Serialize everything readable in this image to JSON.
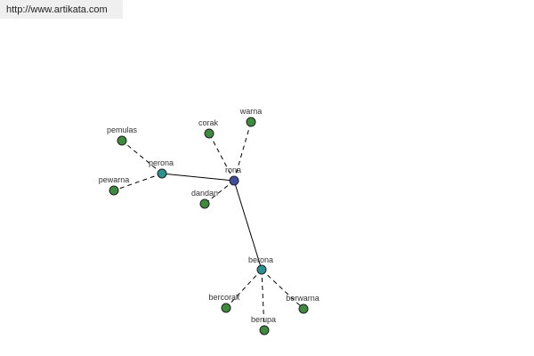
{
  "header": {
    "url": "http://www.artikata.com"
  },
  "colors": {
    "root": "#3f4f9a",
    "hub": "#2f8f8f",
    "leaf": "#3f8a3f"
  },
  "graph": {
    "nodes": [
      {
        "id": "rona",
        "label": "rona",
        "kind": "root"
      },
      {
        "id": "perona",
        "label": "perona",
        "kind": "hub"
      },
      {
        "id": "berona",
        "label": "berona",
        "kind": "hub"
      },
      {
        "id": "pemulas",
        "label": "pemulas",
        "kind": "leaf"
      },
      {
        "id": "pewarna",
        "label": "pewarna",
        "kind": "leaf"
      },
      {
        "id": "corak",
        "label": "corak",
        "kind": "leaf"
      },
      {
        "id": "warna",
        "label": "warna",
        "kind": "leaf"
      },
      {
        "id": "dandan",
        "label": "dandan",
        "kind": "leaf"
      },
      {
        "id": "bercorak",
        "label": "bercorak",
        "kind": "leaf"
      },
      {
        "id": "berupa",
        "label": "berupa",
        "kind": "leaf"
      },
      {
        "id": "berwarna",
        "label": "berwarna",
        "kind": "leaf"
      }
    ],
    "edges": [
      {
        "from": "rona",
        "to": "perona",
        "style": "solid"
      },
      {
        "from": "rona",
        "to": "berona",
        "style": "solid"
      },
      {
        "from": "rona",
        "to": "corak",
        "style": "dashed"
      },
      {
        "from": "rona",
        "to": "warna",
        "style": "dashed"
      },
      {
        "from": "rona",
        "to": "dandan",
        "style": "dashed"
      },
      {
        "from": "perona",
        "to": "pemulas",
        "style": "dashed"
      },
      {
        "from": "perona",
        "to": "pewarna",
        "style": "dashed"
      },
      {
        "from": "berona",
        "to": "bercorak",
        "style": "dashed"
      },
      {
        "from": "berona",
        "to": "berupa",
        "style": "dashed"
      },
      {
        "from": "berona",
        "to": "berwarna",
        "style": "dashed"
      }
    ]
  }
}
